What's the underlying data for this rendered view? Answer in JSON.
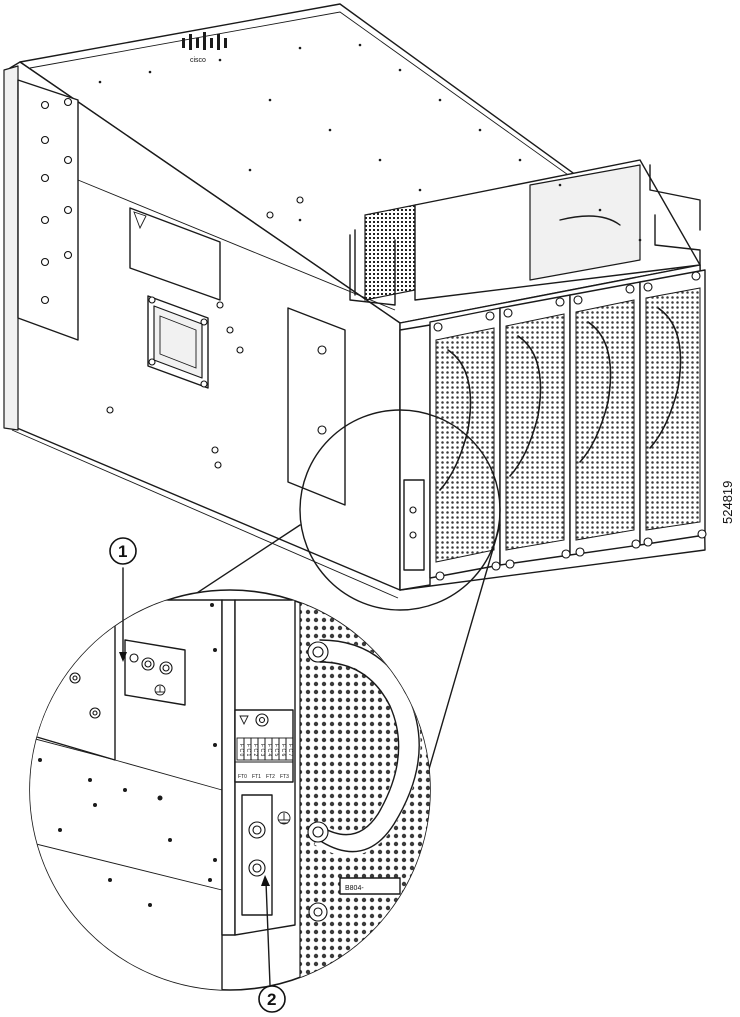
{
  "figure": {
    "figure_id": "524819",
    "callouts": [
      {
        "number": "1"
      },
      {
        "number": "2"
      }
    ],
    "chassis_label": "B804-",
    "fan_tray_labels": [
      "FT0",
      "FT1",
      "FT2",
      "FT3"
    ],
    "fan_cell_codes": [
      "F C 0",
      "F C 1",
      "F C 2",
      "F C 3",
      "F C 4",
      "F C 5",
      "F C 6",
      "F C 7"
    ],
    "brand_marks": [
      "cisco"
    ]
  }
}
